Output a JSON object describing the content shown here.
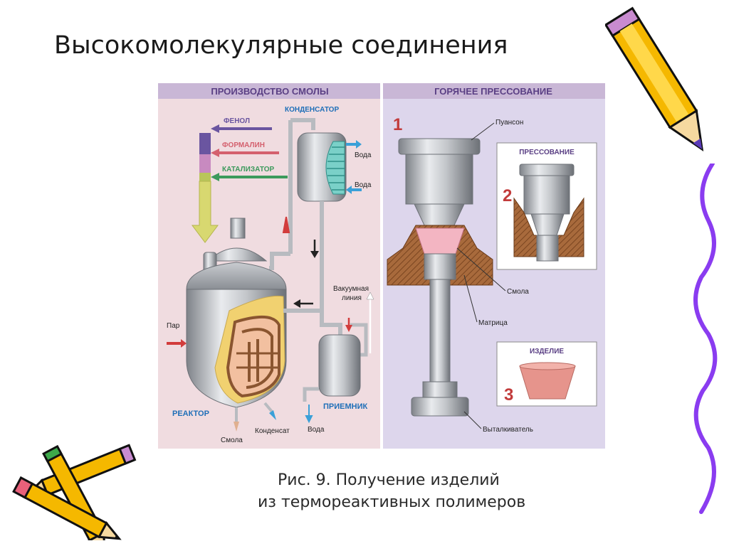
{
  "slide": {
    "title": "Высокомолекулярные соединения",
    "caption_line1": "Рис. 9. Получение изделий",
    "caption_line2": "из термореактивных полимеров"
  },
  "diagram": {
    "left_header": "ПРОИЗВОДСТВО СМОЛЫ",
    "right_header": "ГОРЯЧЕЕ ПРЕССОВАНИЕ",
    "inputs": {
      "phenol": "ФЕНОЛ",
      "formalin": "ФОРМАЛИН",
      "catalyst": "КАТАЛИЗАТОР"
    },
    "condenser": "КОНДЕНСАТОР",
    "water_out": "Вода",
    "water_in": "Вода",
    "vacuum_line": "Вакуумная\nлиния",
    "steam": "Пар",
    "reactor": "РЕАКТОР",
    "resin_out": "Смола",
    "condensate": "Конденсат",
    "receiver": "ПРИЕМНИК",
    "receiver_water": "Вода",
    "step1": "1",
    "punch": "Пуансон",
    "resin": "Смола",
    "die": "Матрица",
    "ejector": "Выталкиватель",
    "pressing_title": "ПРЕССОВАНИЕ",
    "step2": "2",
    "product_title": "ИЗДЕЛИЕ",
    "step3": "3"
  },
  "colors": {
    "left_panel_bg": "#f0dce0",
    "right_panel_bg": "#ddd6ec",
    "header_bg": "#c9b7d6",
    "header_text": "#5a3f84",
    "label_blue": "#1f6fb8",
    "step_red": "#c23b3b",
    "phenol_color": "#6a55a0",
    "formalin_color": "#d4606e",
    "catalyst_color": "#3c9a5c",
    "pencil_yellow": "#f5b800",
    "squiggle_purple": "#8a3cf0"
  }
}
